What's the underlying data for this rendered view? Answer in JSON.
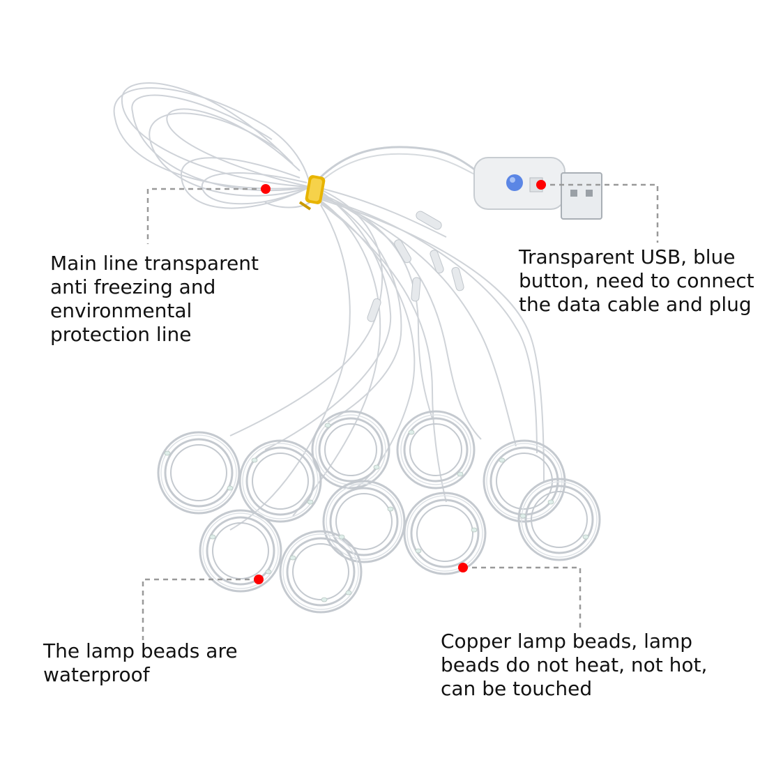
{
  "colors": {
    "marker_dot": "#ff0000",
    "leader_line": "#999999",
    "wire": "#c9ced4",
    "usb_button": "#5b86e5",
    "clip_band": "#e8b400",
    "text": "#111111"
  },
  "callouts": {
    "main_line": "Main line transparent\nanti freezing and\nenvironmental\nprotection line",
    "usb": "Transparent USB, blue\nbutton, need to connect\nthe data cable and plug",
    "waterproof": "The lamp beads are\nwaterproof",
    "copper": "Copper lamp beads, lamp\nbeads do not heat, not hot,\ncan be touched"
  },
  "product": {
    "coil_count": 10,
    "icons": [
      "usb-plug-icon",
      "blue-button-icon",
      "wire-clip-icon"
    ]
  }
}
